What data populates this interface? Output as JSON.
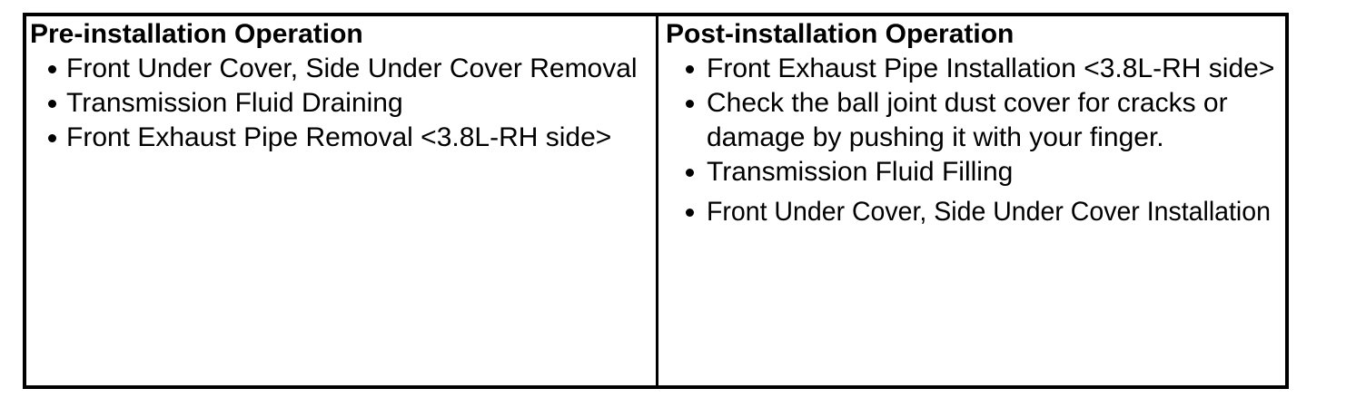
{
  "table": {
    "columns": [
      {
        "header": "Pre-installation Operation",
        "items": [
          "Front Under Cover, Side Under Cover Removal",
          "Transmission Fluid Draining",
          "Front Exhaust Pipe Removal <3.8L-RH side>"
        ]
      },
      {
        "header": "Post-installation Operation",
        "items": [
          "Front Exhaust Pipe Installation <3.8L-RH side>",
          "Check the ball joint dust cover for cracks or damage by pushing it with your finger.",
          "Transmission Fluid Filling",
          "Front Under Cover, Side Under Cover Installation"
        ]
      }
    ]
  },
  "colors": {
    "background": "#ffffff",
    "border": "#000000",
    "text": "#000000"
  }
}
